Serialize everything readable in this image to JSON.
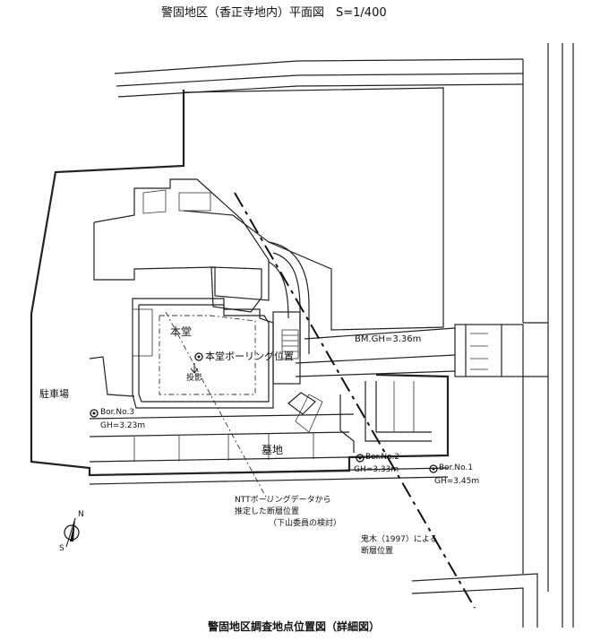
{
  "title": "警固地区（香正寺地内）平面図　S=1/400",
  "caption": "警固地区調査地点位置図（詳細図）",
  "labels": {
    "main_hall": "本堂",
    "main_hall_boring": "本堂ボーリング位置",
    "projection": "投影",
    "parking": "駐車場",
    "cemetery": "墓地",
    "bm": "BM.GH=3.36m"
  },
  "borings": [
    {
      "name": "Bor.No.3",
      "gh": "GH=3.23m"
    },
    {
      "name": "Bor.No.2",
      "gh": "GH=3.33m"
    },
    {
      "name": "Bor.No.1",
      "gh": "GH=3.45m"
    }
  ],
  "notes": {
    "ntt_line1": "NTTボーリングデータから",
    "ntt_line2": "推定した断層位置",
    "ntt_line3": "（下山委員の検討）",
    "kimura_line1": "鬼木（1997）による",
    "kimura_line2": "断層位置"
  },
  "compass": {
    "north": "N",
    "south": "S"
  }
}
